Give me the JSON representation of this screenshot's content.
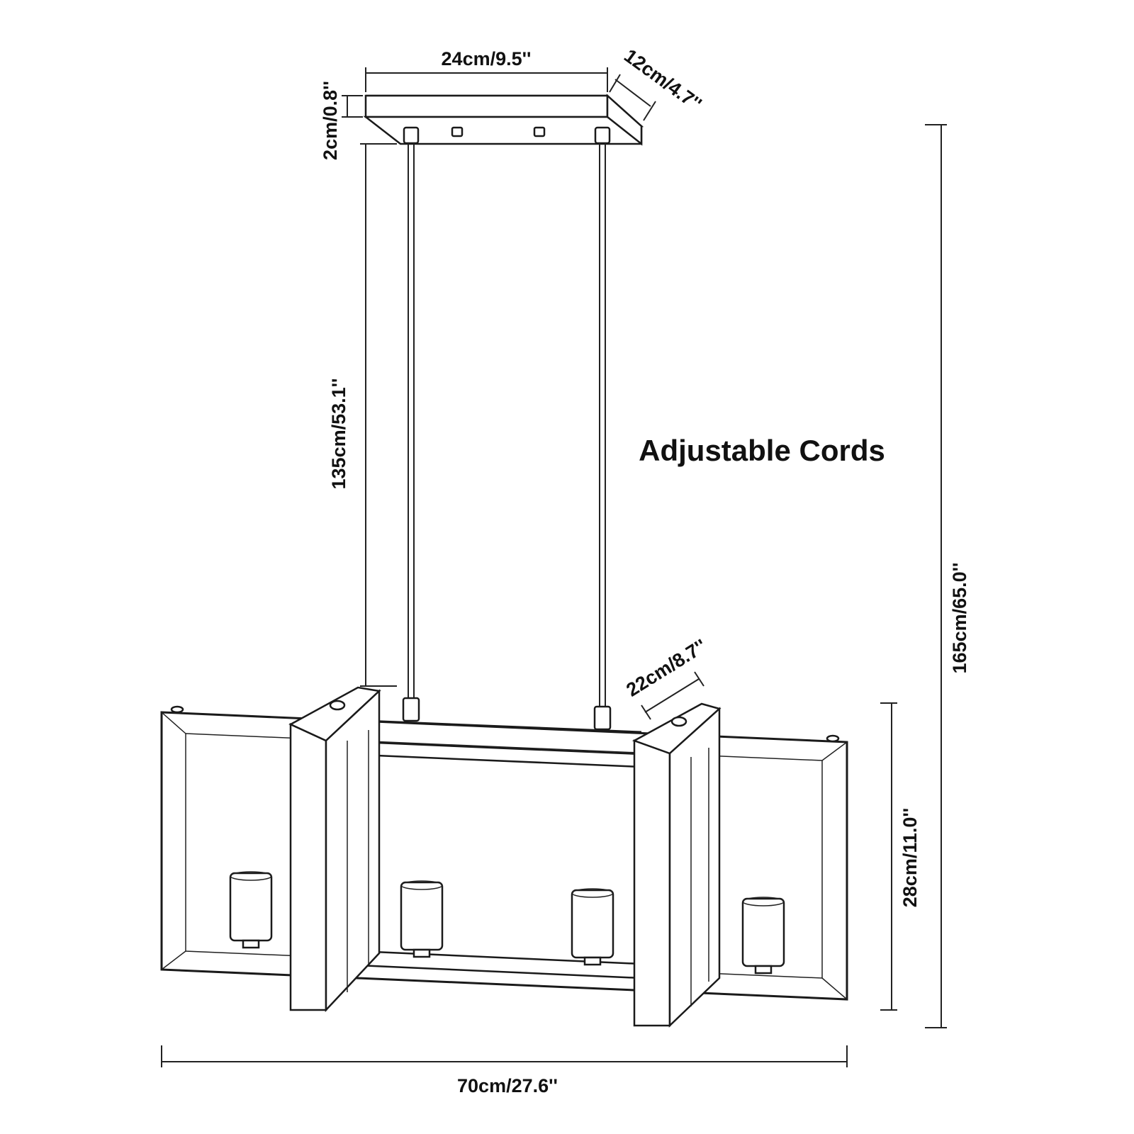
{
  "diagram": {
    "note": "Adjustable Cords",
    "dimensions": {
      "canopy_width": "24cm/9.5''",
      "canopy_depth": "12cm/4.7''",
      "canopy_height": "2cm/0.8''",
      "cord_length": "135cm/53.1''",
      "total_height": "165cm/65.0''",
      "frame_depth": "22cm/8.7''",
      "frame_height": "28cm/11.0''",
      "frame_width": "70cm/27.6''"
    },
    "colors": {
      "line": "#1a1a1a",
      "text": "#111111",
      "background": "#ffffff"
    }
  }
}
